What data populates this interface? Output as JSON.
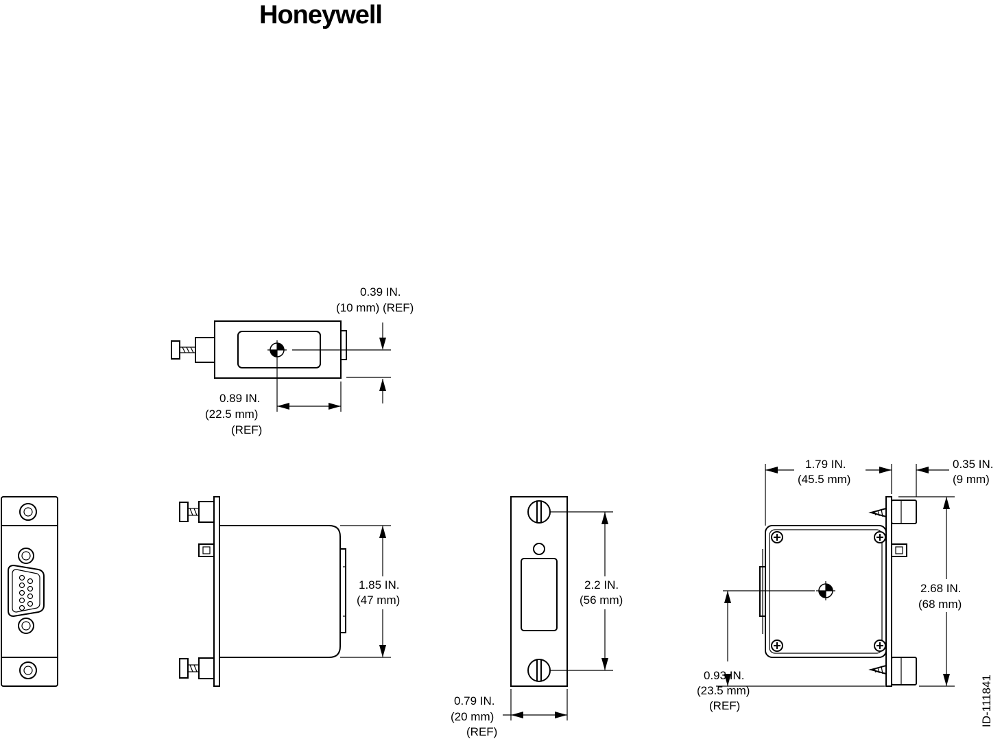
{
  "brand": {
    "logo": "Honeywell"
  },
  "drawing_id": "ID-111841",
  "top_view": {
    "dim_height": {
      "line1": "0.39 IN.",
      "line2": "(10 mm) (REF)"
    },
    "dim_cg": {
      "line1": "0.89 IN.",
      "line2": "(22.5 mm)",
      "line3": "(REF)"
    }
  },
  "side_view": {
    "dim_height": {
      "line1": "1.85 IN.",
      "line2": "(47 mm)"
    }
  },
  "rear_view": {
    "dim_height": {
      "line1": "2.2 IN.",
      "line2": "(56 mm)"
    },
    "dim_width": {
      "line1": "0.79 IN.",
      "line2": "(20 mm)",
      "line3": "(REF)"
    }
  },
  "back_view": {
    "dim_width": {
      "line1": "1.79 IN.",
      "line2": "(45.5 mm)"
    },
    "dim_flange": {
      "line1": "0.35 IN.",
      "line2": "(9 mm)"
    },
    "dim_height": {
      "line1": "2.68 IN.",
      "line2": "(68 mm)"
    },
    "dim_cg": {
      "line1": "0.93 IN.",
      "line2": "(23.5 mm)",
      "line3": "(REF)"
    }
  }
}
